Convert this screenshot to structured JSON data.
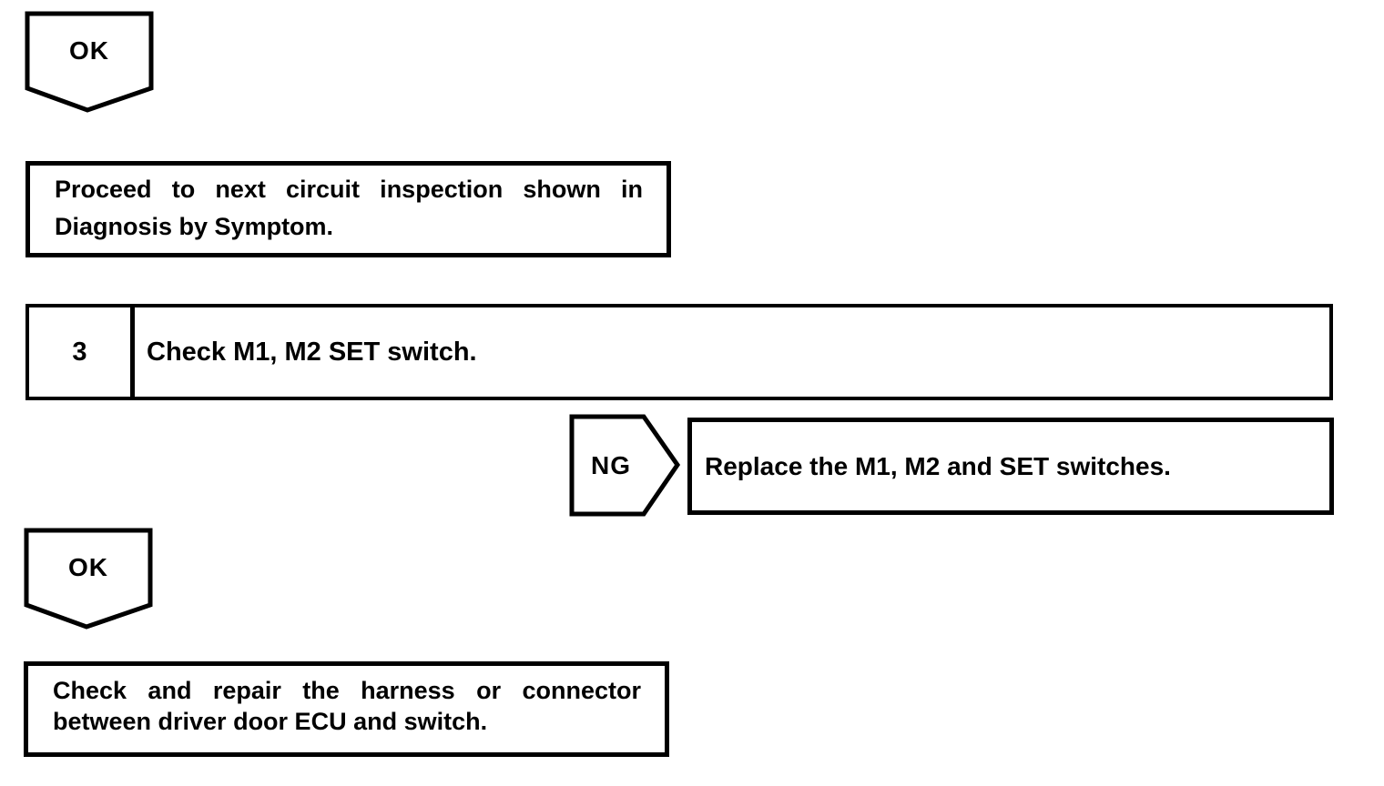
{
  "flowchart": {
    "ok_top": {
      "label": "OK"
    },
    "box_proceed": {
      "line1": "Proceed to next circuit inspection shown in",
      "line2": "Diagnosis by Symptom."
    },
    "step3": {
      "number": "3",
      "title": "Check M1, M2 SET switch."
    },
    "ng": {
      "label": "NG"
    },
    "box_replace": {
      "text": "Replace the M1, M2 and SET switches."
    },
    "ok_bottom": {
      "label": "OK"
    },
    "box_check_repair": {
      "line1": "Check and repair the harness or connector",
      "line2": "between driver door ECU and switch."
    }
  },
  "colors": {
    "ink": "#000000",
    "paper": "#ffffff"
  }
}
